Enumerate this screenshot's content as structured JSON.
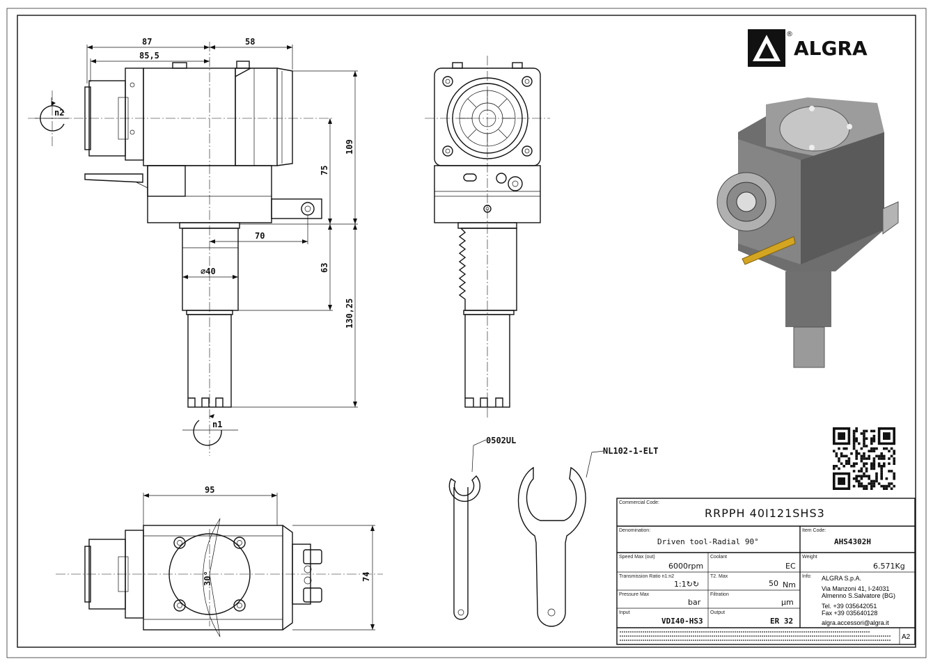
{
  "brand": {
    "name": "ALGRA",
    "registered": "®"
  },
  "dimensions": {
    "d87": "87",
    "d85_5": "85,5",
    "d58": "58",
    "d109": "109",
    "d75": "75",
    "d70": "70",
    "d63": "63",
    "d130_25": "130,25",
    "d40": "∅40",
    "d95": "95",
    "d74": "74",
    "d30": "30°"
  },
  "rotations": {
    "n1": "n1",
    "n2": "n2"
  },
  "accessories": {
    "spanner": "0502UL",
    "wrench": "NL102-1-ELT"
  },
  "title_block": {
    "commercial_code_label": "Commercial Code:",
    "commercial_code": "RRPPH 40I121SHS3",
    "denomination_label": "Denomination:",
    "denomination": "Driven tool-Radial 90°",
    "item_code_label": "Item Code:",
    "item_code": "AHS4302H",
    "speed_label": "Speed Max (out)",
    "speed": "6000rpm",
    "coolant_label": "Coolant",
    "coolant": "EC",
    "weight_label": "Weight",
    "weight": "6.571Kg",
    "ratio_label": "Transmission Ratio n1:n2",
    "ratio": "1:1↻↻",
    "torque_label": "T2. Max",
    "torque_value": "50",
    "torque_unit": "Nm",
    "info_label": "Info:",
    "pressure_label": "Pressure Max",
    "pressure": "bar",
    "filtration_label": "Filtration",
    "filtration": "µm",
    "input_label": "Input",
    "input": "VDI40-HS3",
    "output_label": "Output",
    "output": "ER 32",
    "company": "ALGRA S.p.A.",
    "address1": "Via Manzoni 41, I-24031",
    "address2": "Almenno S.Salvatore (BG)",
    "tel": "Tel. +39 035642051",
    "fax": "Fax +39 035640128",
    "email": "algra.accessori@algra.it",
    "sheet_size": "A2"
  }
}
